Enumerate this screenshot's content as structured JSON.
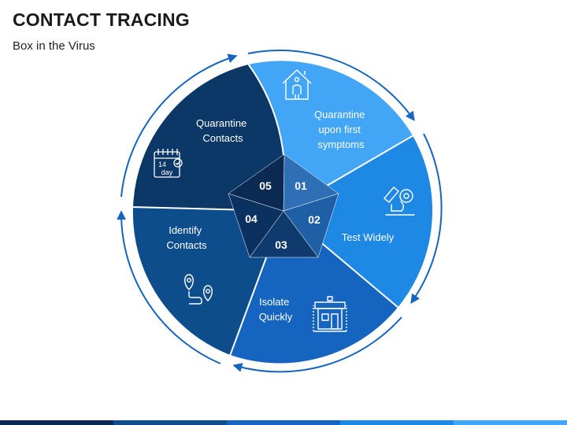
{
  "title": "CONTACT TRACING",
  "subtitle": "Box in the Virus",
  "steps": [
    {
      "number": "01",
      "label_lines": [
        "Quarantine",
        "upon first",
        "symptoms"
      ],
      "icon": "house-person-icon",
      "color": "#42a5f5"
    },
    {
      "number": "02",
      "label_lines": [
        "Test Widely"
      ],
      "icon": "microscope-icon",
      "color": "#1e88e5"
    },
    {
      "number": "03",
      "label_lines": [
        "Isolate",
        "Quickly"
      ],
      "icon": "quarantine-house-icon",
      "color": "#1565c0"
    },
    {
      "number": "04",
      "label_lines": [
        "Identify",
        "Contacts"
      ],
      "icon": "route-pins-icon",
      "color": "#0d4d8c"
    },
    {
      "number": "05",
      "label_lines": [
        "Quarantine",
        "Contacts"
      ],
      "icon": "calendar-14-day-icon",
      "color": "#0b3866"
    }
  ],
  "calendar_icon_text": {
    "days": "14",
    "unit": "day"
  },
  "center_colors": [
    "#2e6fb5",
    "#1f5fa6",
    "#0f3a6e",
    "#0b3160",
    "#0a2a54"
  ],
  "arrow_color": "#1565c0",
  "bottom_bar_colors": [
    "#0a2a54",
    "#0d4d8c",
    "#1565c0",
    "#1e88e5",
    "#42a5f5"
  ]
}
